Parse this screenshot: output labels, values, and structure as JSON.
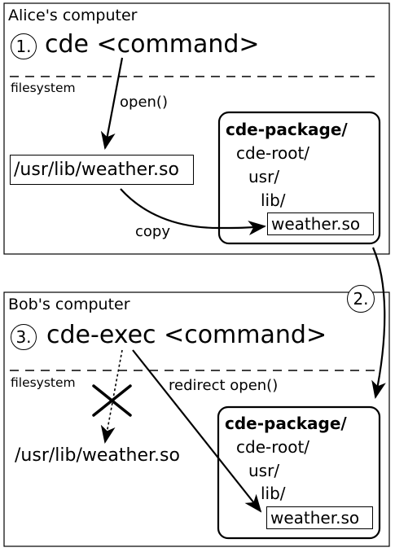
{
  "alice": {
    "title": "Alice's computer",
    "step": "1.",
    "command": "cde <command>",
    "filesystem_label": "filesystem",
    "open_label": "open()",
    "lib_path": "/usr/lib/weather.so",
    "copy_label": "copy",
    "package": {
      "title": "cde-package/",
      "root": "cde-root/",
      "usr": "usr/",
      "lib": "lib/",
      "file": "weather.so"
    }
  },
  "transfer": {
    "step": "2."
  },
  "bob": {
    "title": "Bob's computer",
    "step": "3.",
    "command": "cde-exec <command>",
    "filesystem_label": "filesystem",
    "redirect_label": "redirect open()",
    "lib_path": "/usr/lib/weather.so",
    "package": {
      "title": "cde-package/",
      "root": "cde-root/",
      "usr": "usr/",
      "lib": "lib/",
      "file": "weather.so"
    }
  }
}
